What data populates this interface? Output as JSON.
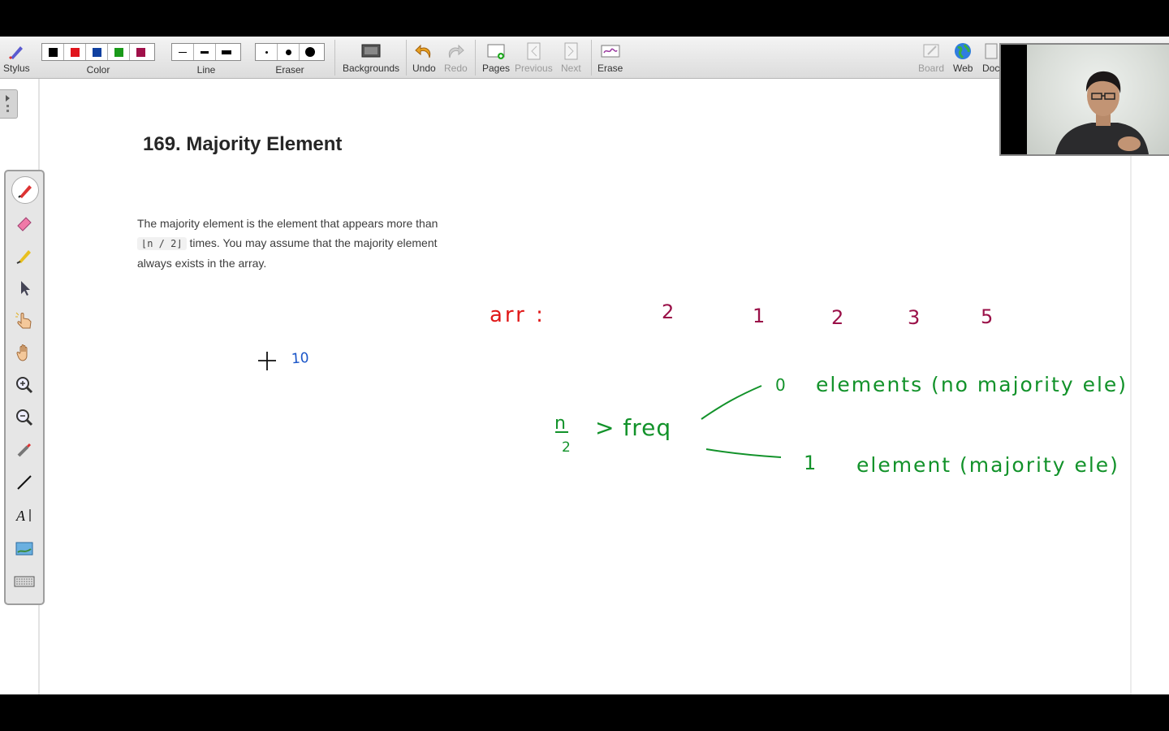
{
  "toolbar": {
    "stylus_label": "Stylus",
    "color_label": "Color",
    "line_label": "Line",
    "eraser_label": "Eraser",
    "backgrounds_label": "Backgrounds",
    "undo_label": "Undo",
    "redo_label": "Redo",
    "pages_label": "Pages",
    "previous_label": "Previous",
    "next_label": "Next",
    "erase_label": "Erase",
    "board_label": "Board",
    "web_label": "Web",
    "doc_label": "Doc",
    "colors": [
      "#000000",
      "#e0141c",
      "#1040a0",
      "#1a9a1a",
      "#a0104a"
    ]
  },
  "problem": {
    "title": "169. Majority Element",
    "desc_1": "The majority element is the element that appears more than",
    "desc_code": "⌊n / 2⌋",
    "desc_2": "times. You may assume that the majority element",
    "desc_3": "always exists in the array."
  },
  "ink": {
    "arr_label": "arr :",
    "arr_values": [
      "2",
      "1",
      "2",
      "3",
      "5"
    ],
    "ten": "10",
    "n": "n",
    "two": "2",
    "gt_freq": "> freq",
    "branch_0_count": "0",
    "branch_0_text": "elements (no majority ele)",
    "branch_1_count": "1",
    "branch_1_text": "element (majority ele)",
    "colors": {
      "red": "#e01818",
      "maroon": "#9a1048",
      "green": "#12922a",
      "blue": "#1a55c8"
    }
  }
}
